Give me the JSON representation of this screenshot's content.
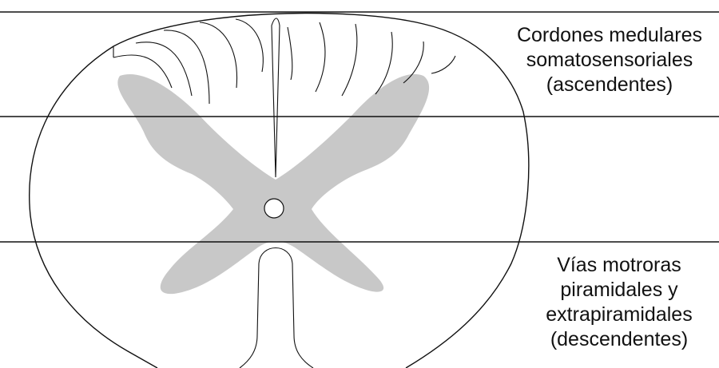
{
  "labels": {
    "ascending": [
      "Cordones medulares",
      "somatosensoriales",
      "(ascendentes)"
    ],
    "descending": [
      "Vías motroras",
      "piramidales y",
      "extrapiramidales",
      "(descendentes)"
    ]
  },
  "colors": {
    "line": "#111111",
    "grey_matter": "#c8c8c8",
    "background": "#ffffff"
  }
}
